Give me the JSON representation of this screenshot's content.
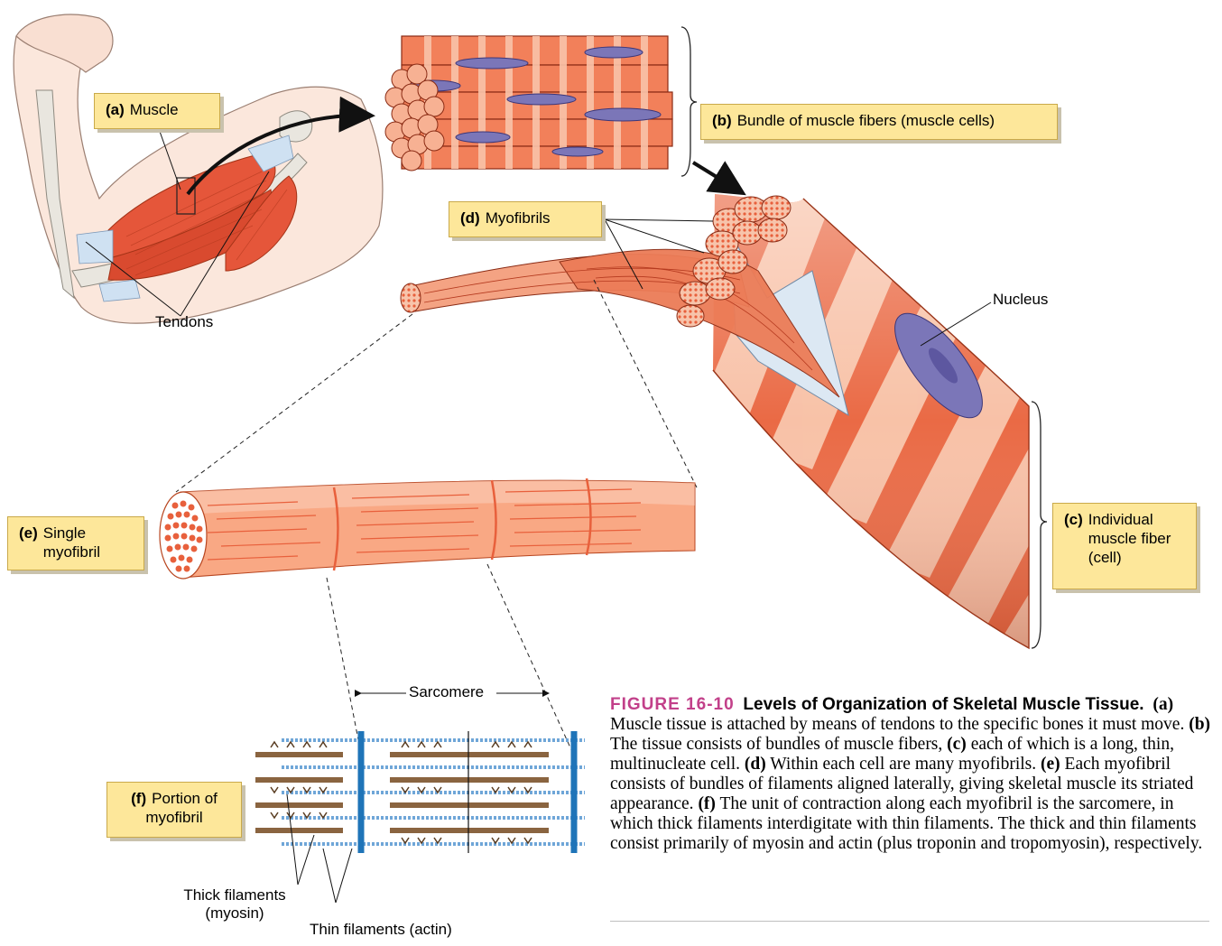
{
  "labels": {
    "a": {
      "letter": "(a)",
      "text": "Muscle"
    },
    "b": {
      "letter": "(b)",
      "text": "Bundle of muscle fibers (muscle cells)"
    },
    "c": {
      "letter": "(c)",
      "line1": "Individual",
      "line2": "muscle fiber",
      "line3": "(cell)"
    },
    "d": {
      "letter": "(d)",
      "text": "Myofibrils"
    },
    "e": {
      "letter": "(e)",
      "line1": "Single",
      "line2": "myofibril"
    },
    "f": {
      "letter": "(f)",
      "line1": "Portion of",
      "line2": "myofibril"
    }
  },
  "annotations": {
    "tendons": "Tendons",
    "nucleus": "Nucleus",
    "sarcomere": "Sarcomere",
    "thick_line1": "Thick filaments",
    "thick_line2": "(myosin)",
    "thin": "Thin filaments (actin)"
  },
  "caption": {
    "figure": "FIGURE 16-10",
    "title": "Levels of Organization of Skeletal Muscle Tissue.",
    "parts": [
      {
        "k": "(a)",
        "t": " Muscle tissue is attached by means of tendons to the specific bones it must move. "
      },
      {
        "k": "(b)",
        "t": " The tissue consists of bundles of muscle fibers, "
      },
      {
        "k": "(c)",
        "t": " each of which is a long, thin, multinucleate cell. "
      },
      {
        "k": "(d)",
        "t": " Within each cell are many myofibrils. "
      },
      {
        "k": "(e)",
        "t": " Each myofibril consists of bundles of filaments aligned laterally, giving skeletal muscle its striated appearance. "
      },
      {
        "k": "(f)",
        "t": " The unit of contraction along each myofibril is the sarcomere, in which thick filaments interdigitate with thin filaments. The thick and thin filaments consist primarily of myosin and actin (plus troponin and tropomyosin), respectively."
      }
    ]
  },
  "colors": {
    "muscle": "#e8603c",
    "muscle_light": "#f6b89a",
    "nucleus": "#7b76b8",
    "label_bg": "#fde79a",
    "zline": "#1f74b8",
    "thick": "#8a6440",
    "thin_bead": "#6fa6d8",
    "caption_accent": "#c2408a"
  }
}
